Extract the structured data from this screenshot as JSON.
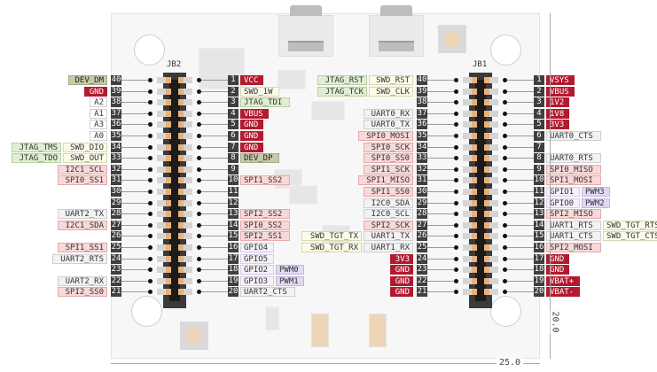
{
  "connectors": {
    "left": {
      "name": "JB2",
      "left_rows": [
        {
          "pin": "40",
          "tags": [
            {
              "text": "DEV_DM",
              "type": "usb"
            }
          ]
        },
        {
          "pin": "39",
          "tags": [
            {
              "text": "GND",
              "type": "power"
            }
          ]
        },
        {
          "pin": "38",
          "tags": [
            {
              "text": "A2",
              "type": "white"
            }
          ]
        },
        {
          "pin": "37",
          "tags": [
            {
              "text": "A1",
              "type": "white"
            }
          ]
        },
        {
          "pin": "36",
          "tags": [
            {
              "text": "A3",
              "type": "white"
            }
          ]
        },
        {
          "pin": "35",
          "tags": [
            {
              "text": "A0",
              "type": "white"
            }
          ]
        },
        {
          "pin": "34",
          "tags": [
            {
              "text": "JTAG_TMS",
              "type": "jtag"
            },
            {
              "text": "SWD_DIO",
              "type": "swd"
            }
          ]
        },
        {
          "pin": "33",
          "tags": [
            {
              "text": "JTAG_TDO",
              "type": "jtag"
            },
            {
              "text": "SWD_OUT",
              "type": "swd"
            }
          ]
        },
        {
          "pin": "32",
          "tags": [
            {
              "text": "I2C1_SCL",
              "type": "spi"
            }
          ]
        },
        {
          "pin": "31",
          "tags": [
            {
              "text": "SPI0_SS1",
              "type": "spi"
            }
          ]
        },
        {
          "pin": "30",
          "tags": []
        },
        {
          "pin": "29",
          "tags": []
        },
        {
          "pin": "28",
          "tags": [
            {
              "text": "UART2_TX",
              "type": "gray"
            }
          ]
        },
        {
          "pin": "27",
          "tags": [
            {
              "text": "I2C1_SDA",
              "type": "spi"
            }
          ]
        },
        {
          "pin": "26",
          "tags": []
        },
        {
          "pin": "25",
          "tags": [
            {
              "text": "SPI1_SS1",
              "type": "spi"
            }
          ]
        },
        {
          "pin": "24",
          "tags": [
            {
              "text": "UART2_RTS",
              "type": "gray"
            }
          ]
        },
        {
          "pin": "23",
          "tags": []
        },
        {
          "pin": "22",
          "tags": [
            {
              "text": "UART2_RX",
              "type": "gray"
            }
          ]
        },
        {
          "pin": "21",
          "tags": [
            {
              "text": "SPI2_SS0",
              "type": "spi"
            }
          ]
        }
      ],
      "right_rows": [
        {
          "pin": "1",
          "tags": [
            {
              "text": "VCC",
              "type": "power"
            }
          ]
        },
        {
          "pin": "2",
          "tags": [
            {
              "text": "SWD_1W",
              "type": "swd"
            }
          ]
        },
        {
          "pin": "3",
          "tags": [
            {
              "text": "JTAG_TDI",
              "type": "jtag"
            }
          ]
        },
        {
          "pin": "4",
          "tags": [
            {
              "text": "VBUS",
              "type": "power"
            }
          ]
        },
        {
          "pin": "5",
          "tags": [
            {
              "text": "GND",
              "type": "power"
            }
          ]
        },
        {
          "pin": "6",
          "tags": [
            {
              "text": "GND",
              "type": "power"
            }
          ]
        },
        {
          "pin": "7",
          "tags": [
            {
              "text": "GND",
              "type": "power"
            }
          ]
        },
        {
          "pin": "8",
          "tags": [
            {
              "text": "DEV_DP",
              "type": "usb"
            }
          ]
        },
        {
          "pin": "9",
          "tags": []
        },
        {
          "pin": "10",
          "tags": [
            {
              "text": "SPI1_SS2",
              "type": "spi"
            }
          ]
        },
        {
          "pin": "11",
          "tags": []
        },
        {
          "pin": "12",
          "tags": []
        },
        {
          "pin": "13",
          "tags": [
            {
              "text": "SPI2_SS2",
              "type": "spi"
            }
          ]
        },
        {
          "pin": "14",
          "tags": [
            {
              "text": "SPI0_SS2",
              "type": "spi"
            }
          ]
        },
        {
          "pin": "15",
          "tags": [
            {
              "text": "SPI2_SS1",
              "type": "spi"
            }
          ]
        },
        {
          "pin": "16",
          "tags": [
            {
              "text": "GPIO4",
              "type": "gpio"
            }
          ]
        },
        {
          "pin": "17",
          "tags": [
            {
              "text": "GPIO5",
              "type": "gpio"
            }
          ]
        },
        {
          "pin": "18",
          "tags": [
            {
              "text": "GPIO2",
              "type": "gpio"
            },
            {
              "text": "PWM0",
              "type": "pwm"
            }
          ]
        },
        {
          "pin": "19",
          "tags": [
            {
              "text": "GPIO3",
              "type": "gpio"
            },
            {
              "text": "PWM1",
              "type": "pwm"
            }
          ]
        },
        {
          "pin": "20",
          "tags": [
            {
              "text": "UART2_CTS",
              "type": "gray"
            }
          ]
        }
      ]
    },
    "right": {
      "name": "JB1",
      "left_rows": [
        {
          "pin": "40",
          "tags": [
            {
              "text": "JTAG_RST",
              "type": "jtag"
            },
            {
              "text": "SWD_RST",
              "type": "swd"
            }
          ]
        },
        {
          "pin": "39",
          "tags": [
            {
              "text": "JTAG_TCK",
              "type": "jtag"
            },
            {
              "text": "SWD_CLK",
              "type": "swd"
            }
          ]
        },
        {
          "pin": "38",
          "tags": []
        },
        {
          "pin": "37",
          "tags": [
            {
              "text": "UART0_RX",
              "type": "gray"
            }
          ]
        },
        {
          "pin": "36",
          "tags": [
            {
              "text": "UART0_TX",
              "type": "gray"
            }
          ]
        },
        {
          "pin": "35",
          "tags": [
            {
              "text": "SPI0_MOSI",
              "type": "spi"
            }
          ]
        },
        {
          "pin": "34",
          "tags": [
            {
              "text": "SPI0_SCK",
              "type": "spi"
            }
          ]
        },
        {
          "pin": "33",
          "tags": [
            {
              "text": "SPI0_SS0",
              "type": "spi"
            }
          ]
        },
        {
          "pin": "32",
          "tags": [
            {
              "text": "SPI1_SCK",
              "type": "spi"
            }
          ]
        },
        {
          "pin": "31",
          "tags": [
            {
              "text": "SPI1_MISO",
              "type": "spi"
            }
          ]
        },
        {
          "pin": "30",
          "tags": [
            {
              "text": "SPI1_SS0",
              "type": "spi"
            }
          ]
        },
        {
          "pin": "29",
          "tags": [
            {
              "text": "I2C0_SDA",
              "type": "gray"
            }
          ]
        },
        {
          "pin": "28",
          "tags": [
            {
              "text": "I2C0_SCL",
              "type": "gray"
            }
          ]
        },
        {
          "pin": "27",
          "tags": [
            {
              "text": "SPI2_SCK",
              "type": "spi"
            }
          ]
        },
        {
          "pin": "26",
          "tags": [
            {
              "text": "SWD_TGT_TX",
              "type": "swd"
            },
            {
              "text": "UART1_TX",
              "type": "gray"
            }
          ]
        },
        {
          "pin": "25",
          "tags": [
            {
              "text": "SWD_TGT_RX",
              "type": "swd"
            },
            {
              "text": "UART1_RX",
              "type": "gray"
            }
          ]
        },
        {
          "pin": "24",
          "tags": [
            {
              "text": "3V3",
              "type": "power"
            }
          ]
        },
        {
          "pin": "23",
          "tags": [
            {
              "text": "GND",
              "type": "power"
            }
          ]
        },
        {
          "pin": "22",
          "tags": [
            {
              "text": "GND",
              "type": "power"
            }
          ]
        },
        {
          "pin": "21",
          "tags": [
            {
              "text": "GND",
              "type": "power"
            }
          ]
        }
      ],
      "right_rows": [
        {
          "pin": "1",
          "tags": [
            {
              "text": "VSYS",
              "type": "power"
            }
          ]
        },
        {
          "pin": "2",
          "tags": [
            {
              "text": "VBUS",
              "type": "power"
            }
          ]
        },
        {
          "pin": "3",
          "tags": [
            {
              "text": "1V2",
              "type": "power"
            }
          ]
        },
        {
          "pin": "4",
          "tags": [
            {
              "text": "1V8",
              "type": "power"
            }
          ]
        },
        {
          "pin": "5",
          "tags": [
            {
              "text": "3V3",
              "type": "power"
            }
          ]
        },
        {
          "pin": "6",
          "tags": [
            {
              "text": "UART0_CTS",
              "type": "gray"
            }
          ]
        },
        {
          "pin": "7",
          "tags": []
        },
        {
          "pin": "8",
          "tags": [
            {
              "text": "UART0_RTS",
              "type": "gray"
            }
          ]
        },
        {
          "pin": "9",
          "tags": [
            {
              "text": "SPI0_MISO",
              "type": "spi"
            }
          ]
        },
        {
          "pin": "10",
          "tags": [
            {
              "text": "SPI1_MOSI",
              "type": "spi"
            }
          ]
        },
        {
          "pin": "11",
          "tags": [
            {
              "text": "GPIO1",
              "type": "gpio"
            },
            {
              "text": "PWM3",
              "type": "pwm"
            }
          ]
        },
        {
          "pin": "12",
          "tags": [
            {
              "text": "GPIO0",
              "type": "gpio"
            },
            {
              "text": "PWM2",
              "type": "pwm"
            }
          ]
        },
        {
          "pin": "13",
          "tags": [
            {
              "text": "SPI2_MISO",
              "type": "spi"
            }
          ]
        },
        {
          "pin": "14",
          "tags": [
            {
              "text": "UART1_RTS",
              "type": "gray"
            },
            {
              "text": "SWD_TGT_RTS",
              "type": "swd"
            }
          ]
        },
        {
          "pin": "15",
          "tags": [
            {
              "text": "UART1_CTS",
              "type": "gray"
            },
            {
              "text": "SWD_TGT_CTS",
              "type": "swd"
            }
          ]
        },
        {
          "pin": "16",
          "tags": [
            {
              "text": "SPI2_MOSI",
              "type": "spi"
            }
          ]
        },
        {
          "pin": "17",
          "tags": [
            {
              "text": "GND",
              "type": "power"
            }
          ]
        },
        {
          "pin": "18",
          "tags": [
            {
              "text": "GND",
              "type": "power"
            }
          ]
        },
        {
          "pin": "19",
          "tags": [
            {
              "text": "VBAT+",
              "type": "power"
            }
          ]
        },
        {
          "pin": "20",
          "tags": [
            {
              "text": "VBAT-",
              "type": "power"
            }
          ]
        }
      ]
    }
  },
  "dimensions": {
    "width": "25.0",
    "height": "20.0"
  },
  "colors": {
    "power": "#b11a2f",
    "spi": "#f8d8d8",
    "jtag": "#e0efd4",
    "swd": "#fbfbe8",
    "pwm": "#e2d8f2",
    "usb": "#c9c9a9"
  }
}
